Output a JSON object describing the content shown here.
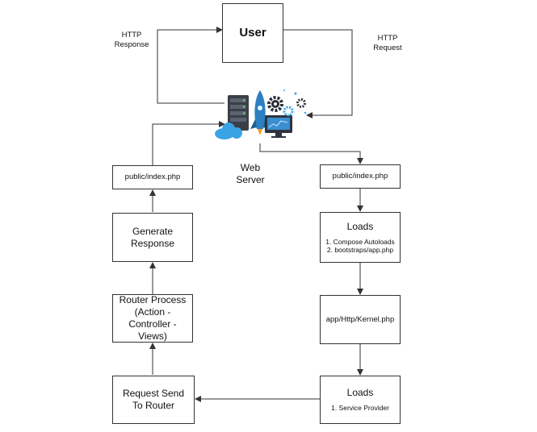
{
  "user_box": {
    "label": "User"
  },
  "http_response": {
    "label": "HTTP\nResponse"
  },
  "http_request": {
    "label": "HTTP\nRequest"
  },
  "web_server": {
    "label": "Web\nServer"
  },
  "left_flow": {
    "index_php": "public/index.php",
    "generate_response": "Generate\nResponse",
    "router_process": "Router Process\n(Action -\nController -\nViews)",
    "request_send": "Request Send\nTo Router"
  },
  "right_flow": {
    "index_php": "public/index.php",
    "loads_1": {
      "title": "Loads",
      "items": "1. Compose Autoloads\n2. bootstraps/app.php"
    },
    "kernel": "app/Http/Kernel.php",
    "loads_2": {
      "title": "Loads",
      "items": "1. Service Provider"
    }
  },
  "colors": {
    "line": "#333333",
    "server_dark": "#3a3f47",
    "cloud": "#3aa3e3",
    "rocket": "#2d7fc1",
    "gear": "#2a2f38"
  },
  "icons": [
    "server-rack-icon",
    "rocket-icon",
    "gear-icon",
    "cloud-icon",
    "monitor-icon",
    "mouse-cursor-icon"
  ]
}
